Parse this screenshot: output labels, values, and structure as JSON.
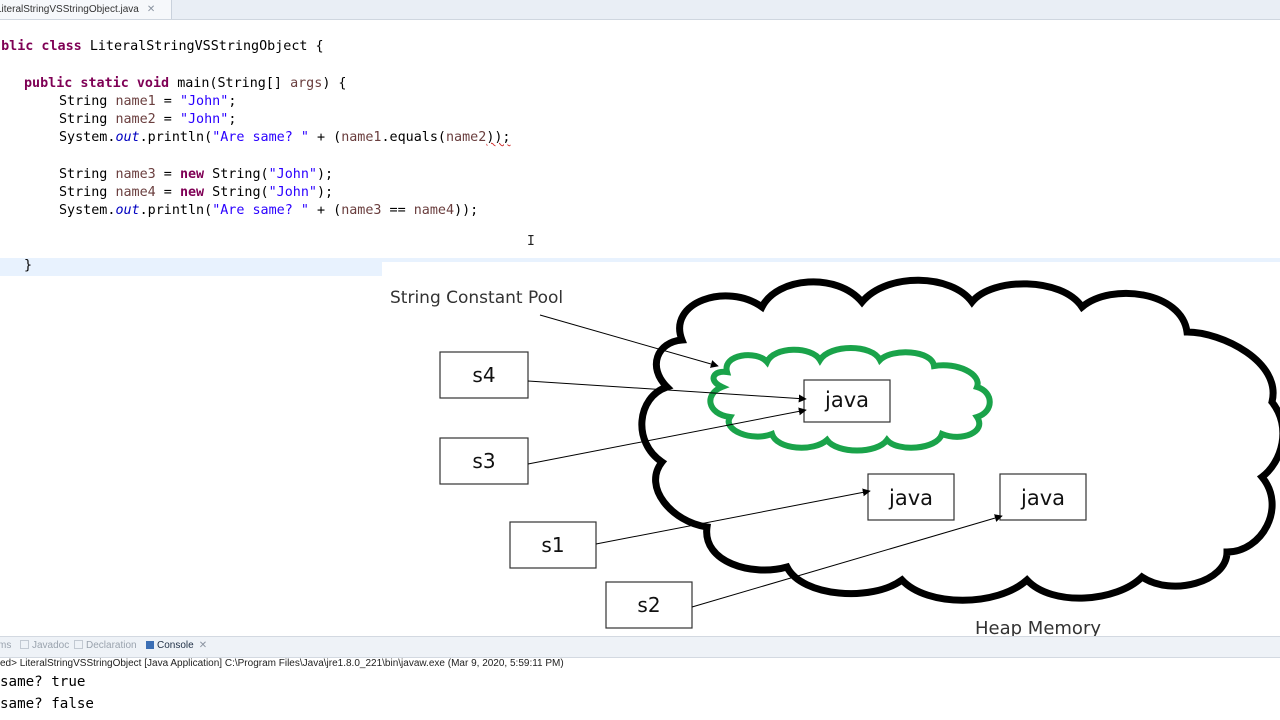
{
  "editor_tab": {
    "filename": "LiteralStringVSStringObject.java",
    "close": "✕"
  },
  "code": {
    "l1_kw": "public class ",
    "l1_rest": "LiteralStringVSStringObject {",
    "l2_kw": "public static void ",
    "l2_rest": "main(String[] ",
    "l2_var": "args",
    "l2_end": ") {",
    "l3_a": "String ",
    "l3_var": "name1",
    "l3_eq": " = ",
    "l3_str": "\"John\"",
    "l3_end": ";",
    "l4_a": "String ",
    "l4_var": "name2",
    "l4_eq": " = ",
    "l4_str": "\"John\"",
    "l4_end": ";",
    "l5_a": "System.",
    "l5_fld": "out",
    "l5_b": ".println(",
    "l5_str": "\"Are same? \"",
    "l5_c": " + (",
    "l5_v1": "name1",
    "l5_d": ".equals(",
    "l5_v2": "name2",
    "l5_e": "));",
    "l6_a": "String ",
    "l6_var": "name3",
    "l6_eq": " = ",
    "l6_kw": "new",
    "l6_b": " String(",
    "l6_str": "\"John\"",
    "l6_end": ");",
    "l7_a": "String ",
    "l7_var": "name4",
    "l7_eq": " = ",
    "l7_kw": "new",
    "l7_b": " String(",
    "l7_str": "\"John\"",
    "l7_end": ");",
    "l8_a": "System.",
    "l8_fld": "out",
    "l8_b": ".println(",
    "l8_str": "\"Are same? \"",
    "l8_c": " + (",
    "l8_v1": "name3",
    "l8_d": " == ",
    "l8_v2": "name4",
    "l8_e": "));",
    "l9": "}"
  },
  "diagram": {
    "title": "String Constant Pool",
    "heap_label": "Heap Memory",
    "refs": [
      "s4",
      "s3",
      "s1",
      "s2"
    ],
    "objects": [
      "java",
      "java",
      "java"
    ],
    "pool_color": "#1aa34a"
  },
  "views": {
    "tabs": [
      "ms",
      "Javadoc",
      "Declaration",
      "Console"
    ],
    "active": "Console",
    "console_header": "ed> LiteralStringVSStringObject [Java Application] C:\\Program Files\\Java\\jre1.8.0_221\\bin\\javaw.exe (Mar 9, 2020, 5:59:11 PM)",
    "output": [
      "same? true",
      "same? false"
    ]
  }
}
